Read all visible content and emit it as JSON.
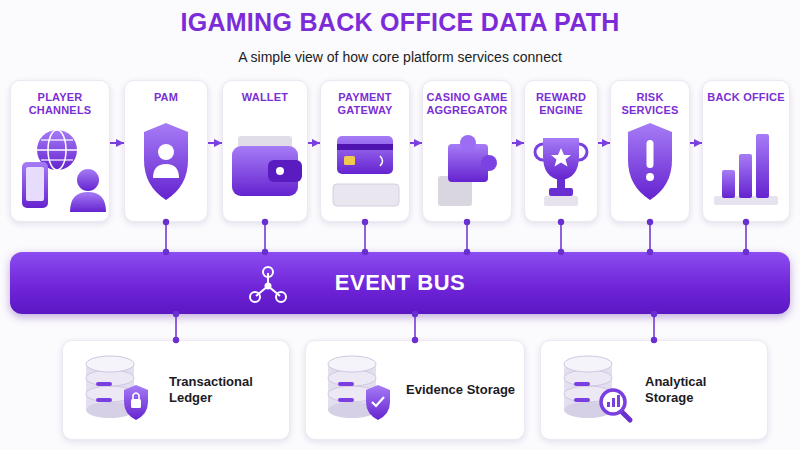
{
  "diagram": {
    "title": "IGAMING BACK OFFICE DATA PATH",
    "caption": "A simple view of how core platform services connect",
    "nodes": [
      {
        "text": [
          "PLAYER CHANNELS"
        ]
      },
      {
        "text": [
          "PAM"
        ]
      },
      {
        "text": [
          "WALLET"
        ]
      },
      {
        "text": [
          "PAYMENT GATEWAY"
        ]
      },
      {
        "text": [
          "CASINO GAME AGGREGATOR"
        ]
      },
      {
        "text": [
          "REWARD ENGINE"
        ]
      },
      {
        "text": [
          "RISK SERVICES"
        ]
      },
      {
        "text": [
          "BACK OFFICE"
        ]
      },
      {
        "text": [
          "EVENT BUS"
        ]
      },
      {
        "text": [
          "Transactional Ledger"
        ]
      },
      {
        "text": [
          "Evidence Storage"
        ]
      },
      {
        "text": [
          "Analytical Storage"
        ]
      }
    ],
    "edges": [
      {
        "from": 0,
        "to": 1,
        "arrow": "to"
      },
      {
        "from": 1,
        "to": 2,
        "arrow": "to"
      },
      {
        "from": 2,
        "to": 3,
        "arrow": "to"
      },
      {
        "from": 3,
        "to": 4,
        "arrow": "to"
      },
      {
        "from": 4,
        "to": 5,
        "arrow": "to"
      },
      {
        "from": 5,
        "to": 6,
        "arrow": "to"
      },
      {
        "from": 6,
        "to": 7,
        "arrow": "to"
      },
      {
        "from": 1,
        "to": 8,
        "arrow": "none"
      },
      {
        "from": 2,
        "to": 8,
        "arrow": "none"
      },
      {
        "from": 3,
        "to": 8,
        "arrow": "none"
      },
      {
        "from": 4,
        "to": 8,
        "arrow": "none"
      },
      {
        "from": 5,
        "to": 8,
        "arrow": "none"
      },
      {
        "from": 6,
        "to": 8,
        "arrow": "none"
      },
      {
        "from": 7,
        "to": 8,
        "arrow": "none"
      },
      {
        "from": 8,
        "to": 9,
        "arrow": "none"
      },
      {
        "from": 8,
        "to": 10,
        "arrow": "none"
      },
      {
        "from": 8,
        "to": 11,
        "arrow": "none"
      }
    ]
  }
}
